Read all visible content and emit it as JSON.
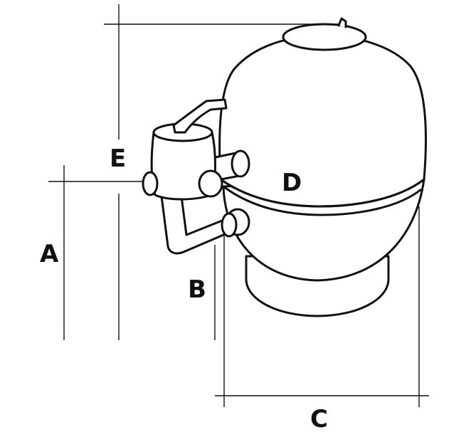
{
  "diagram": {
    "labels": {
      "a": "A",
      "b": "B",
      "c": "C",
      "d": "D",
      "e": "E"
    },
    "colors": {
      "line": "#111111",
      "background": "#ffffff"
    }
  }
}
